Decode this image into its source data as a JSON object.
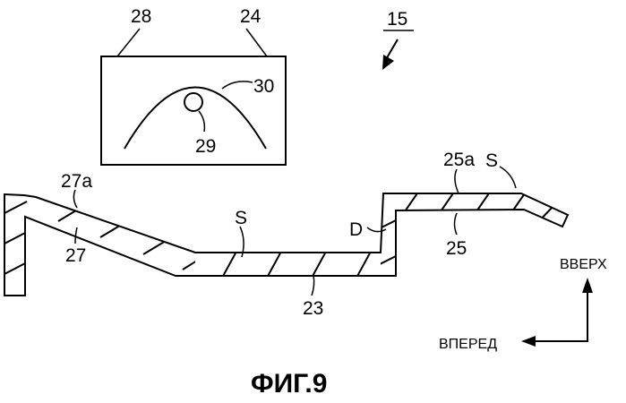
{
  "figure": {
    "caption": "ФИГ.9",
    "labels": {
      "l28": "28",
      "l24": "24",
      "l15": "15",
      "l30": "30",
      "l29": "29",
      "l25a": "25a",
      "l27a": "27a",
      "lS1": "S",
      "lD": "D",
      "lS2": "S",
      "l25": "25",
      "l27": "27",
      "l23": "23"
    },
    "directions": {
      "up": "ВВЕРХ",
      "forward": "ВПЕРЕД"
    }
  }
}
